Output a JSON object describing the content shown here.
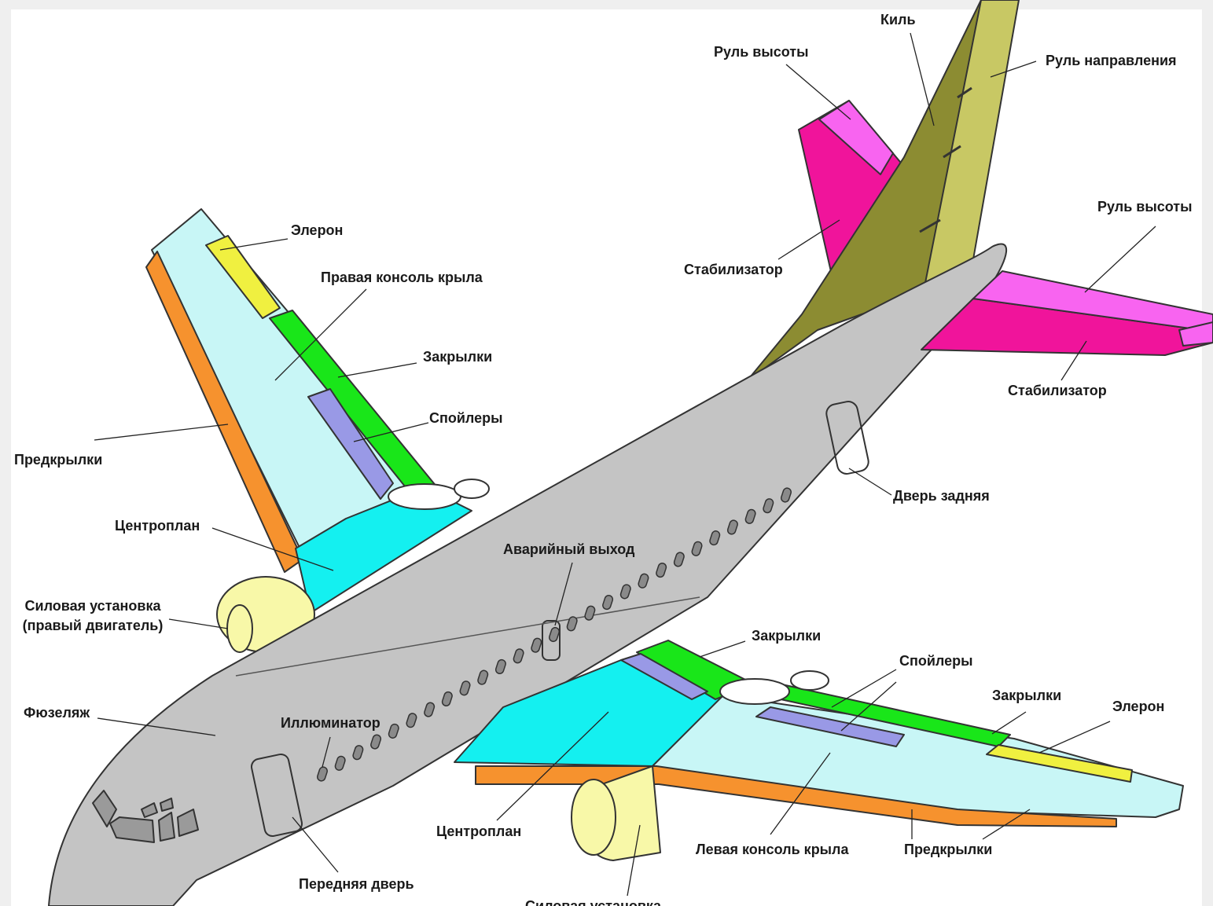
{
  "colors": {
    "fuselage": "#c4c4c4",
    "wing": "#c8f6f6",
    "center_section": "#14f0f0",
    "flaps": "#19e619",
    "spoilers": "#9999e6",
    "slats": "#f6922e",
    "aileron": "#f0f040",
    "engine": "#f8f8a8",
    "fin": "#8c8c32",
    "rudder": "#c8c864",
    "stabilizer": "#f0149b",
    "elevator": "#f864f0",
    "frame": "#efefef"
  },
  "labels": {
    "kil": "Киль",
    "rul_vysoty_top": "Руль высоты",
    "rul_napravleniya": "Руль направления",
    "rul_vysoty_right": "Руль высоты",
    "stabilizator_top": "Стабилизатор",
    "stabilizator_right": "Стабилизатор",
    "eleron_right_wing": "Элерон",
    "pravaya_konsol": "Правая консоль крыла",
    "zakrylki_right_wing": "Закрылки",
    "spoilery_right_wing": "Спойлеры",
    "predkrylki_right_wing": "Предкрылки",
    "tsentroplan_top": "Центроплан",
    "silovaya_line1": "Силовая установка",
    "silovaya_line2": "(правый двигатель)",
    "avariyny_vyhod": "Аварийный выход",
    "dver_zadnyaya": "Дверь задняя",
    "zakrylki_left_wing_inner": "Закрылки",
    "spoilery_left_wing": "Спойлеры",
    "zakrylki_left_wing_outer": "Закрылки",
    "eleron_left_wing": "Элерон",
    "fyuzelyazh": "Фюзеляж",
    "illyuminator": "Иллюминатор",
    "tsentroplan_bottom": "Центроплан",
    "levaya_konsol": "Левая консоль крыла",
    "predkrylki_left_wing": "Предкрылки",
    "perednyaya_dver": "Передняя дверь",
    "silovaya_bottom_partial": "Силовая установка"
  }
}
